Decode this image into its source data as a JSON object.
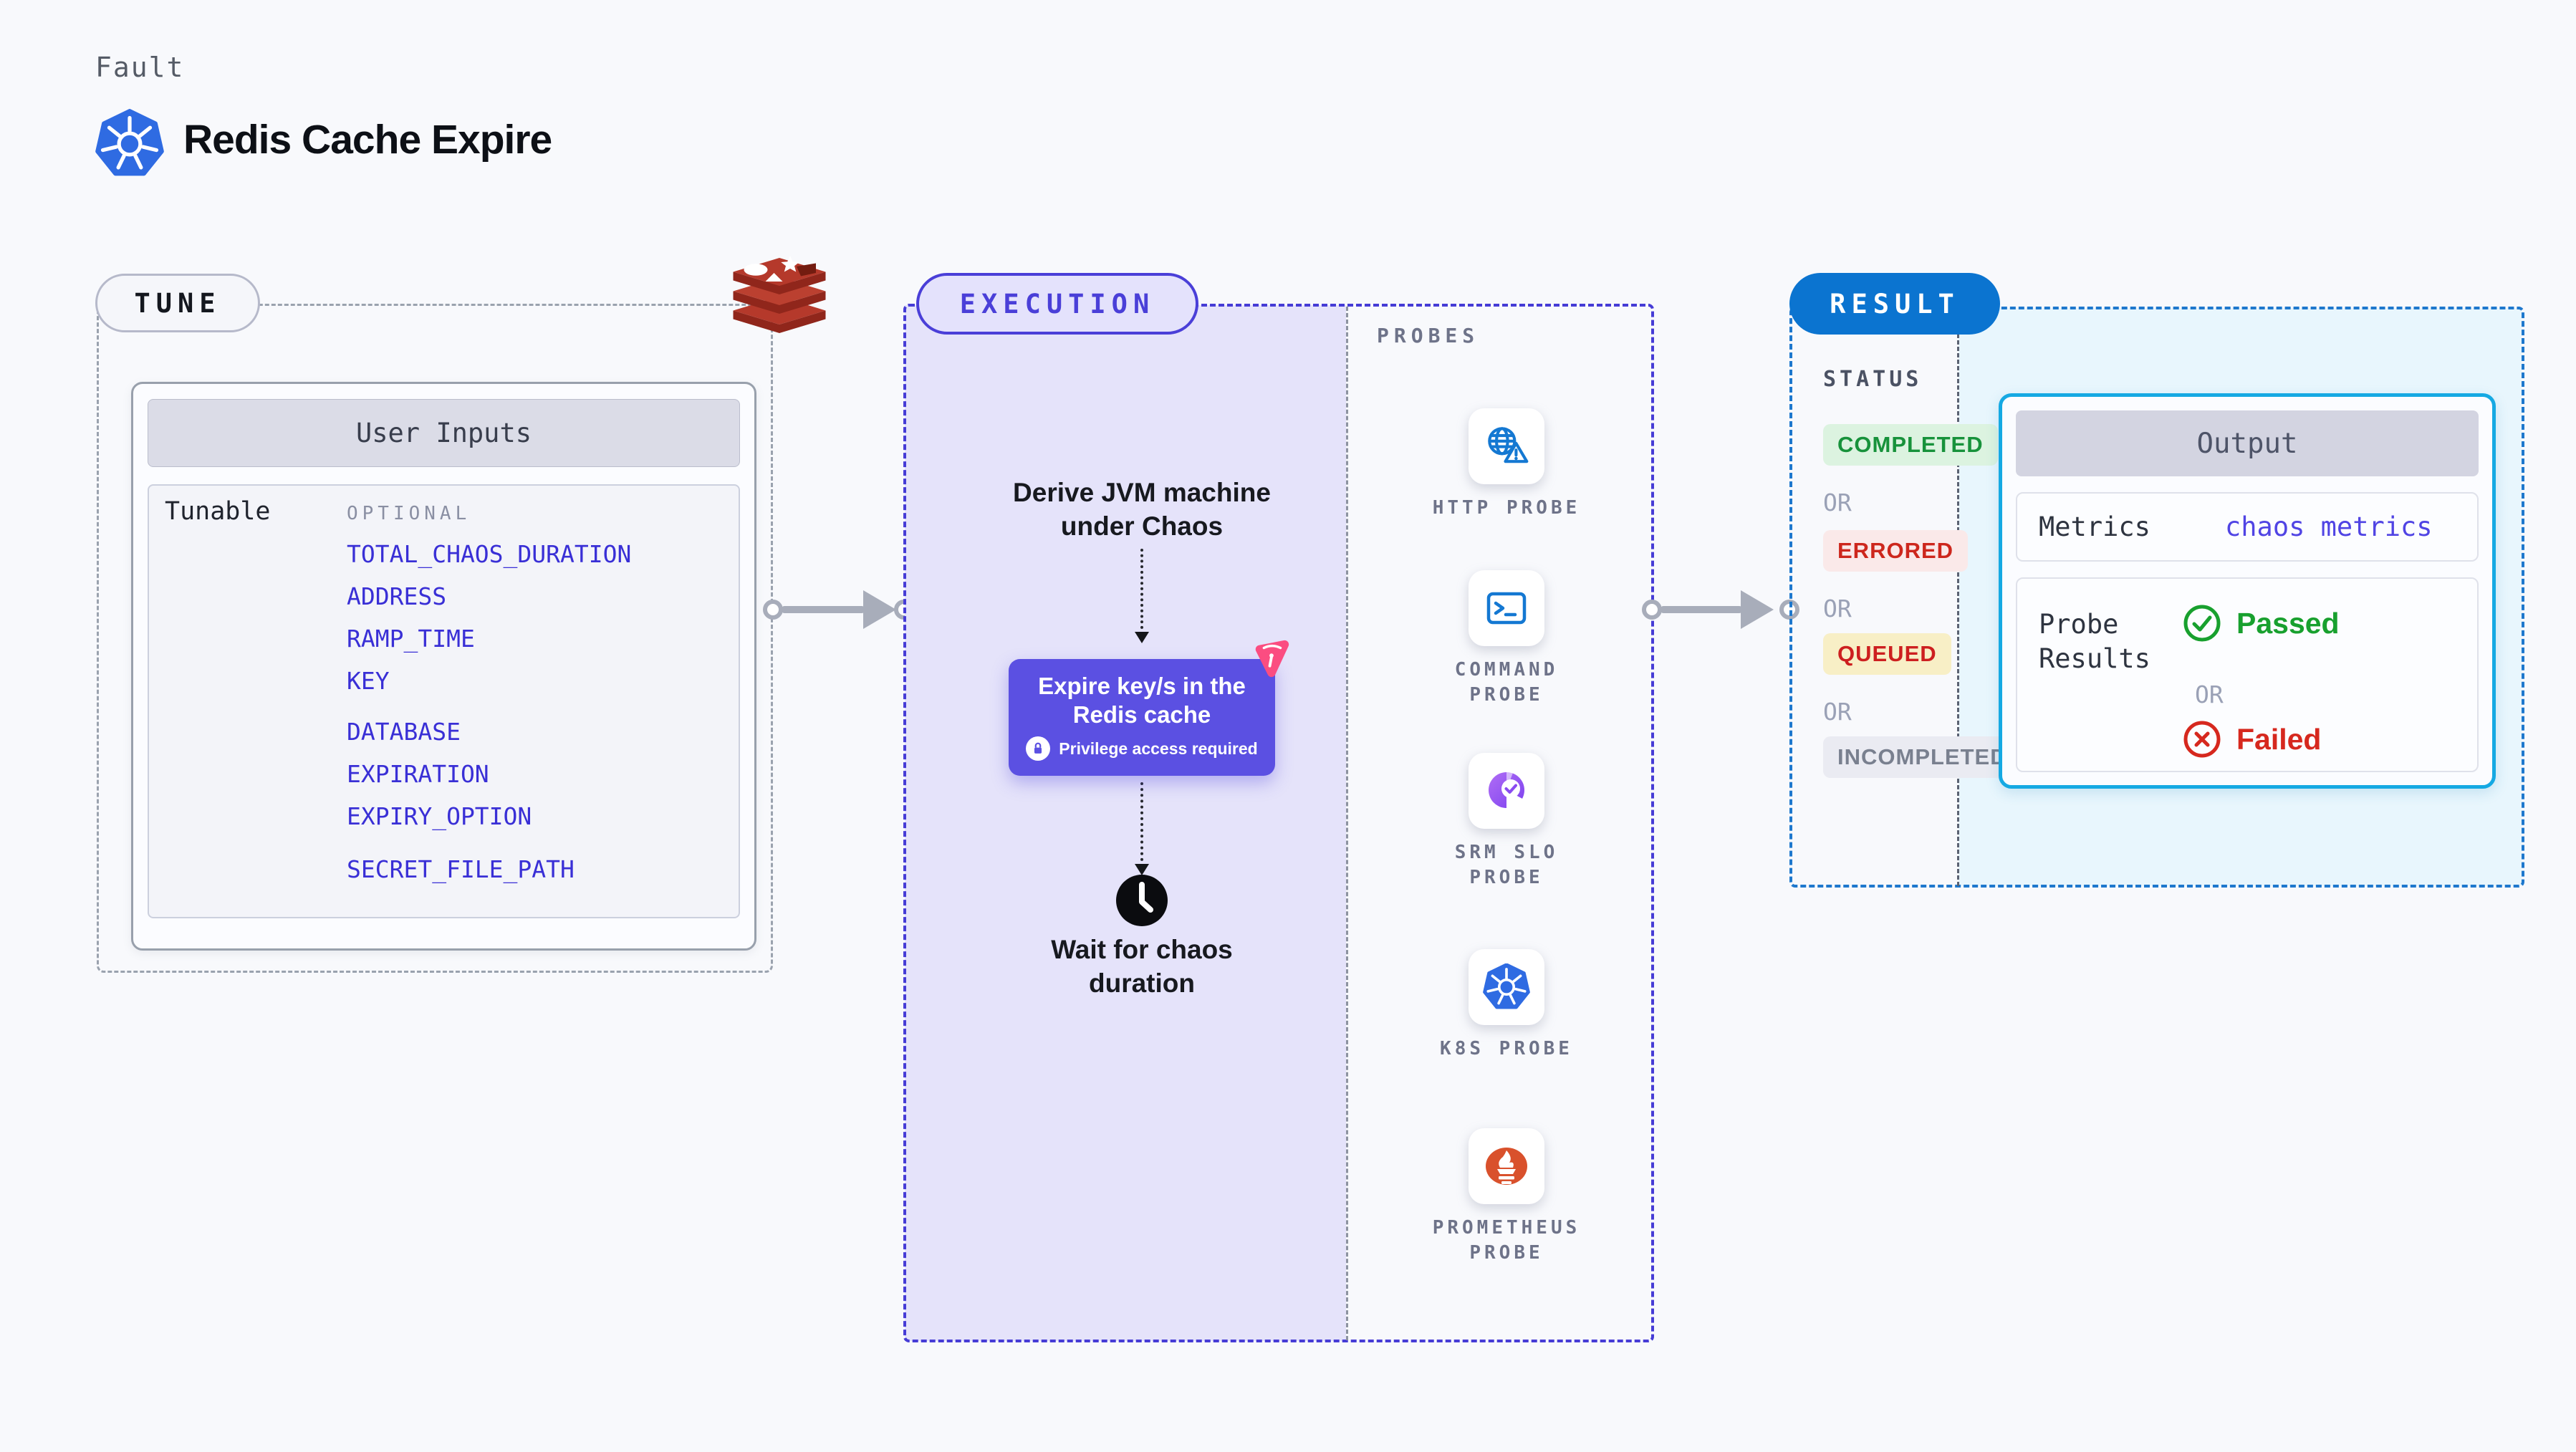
{
  "header": {
    "kicker": "Fault",
    "title": "Redis Cache Expire",
    "icon": "kubernetes-icon"
  },
  "tune": {
    "badge": "TUNE",
    "icon": "redis-icon",
    "card": {
      "title": "User Inputs",
      "row_label": "Tunable",
      "group_label": "OPTIONAL",
      "param_groups": [
        [
          "TOTAL_CHAOS_DURATION",
          "ADDRESS",
          "RAMP_TIME",
          "KEY"
        ],
        [
          "DATABASE",
          "EXPIRATION",
          "EXPIRY_OPTION"
        ],
        [
          "SECRET_FILE_PATH"
        ]
      ]
    }
  },
  "execution": {
    "badge": "EXECUTION",
    "derive": {
      "line1": "Derive JVM machine",
      "line2": "under Chaos"
    },
    "action": {
      "line1": "Expire key/s in the",
      "line2": "Redis cache",
      "privilege": "Privilege access required",
      "brand_icon": "litmus-chaos-icon",
      "lock_icon": "lock-icon"
    },
    "wait": {
      "line1": "Wait for chaos",
      "line2": "duration",
      "icon": "clock-icon"
    }
  },
  "probes": {
    "label": "PROBES",
    "items": [
      {
        "label": "HTTP PROBE",
        "icon": "globe-alert-icon"
      },
      {
        "label": "COMMAND PROBE",
        "icon": "terminal-icon"
      },
      {
        "label": "SRM SLO PROBE",
        "icon": "slo-pie-check-icon"
      },
      {
        "label": "K8S PROBE",
        "icon": "kubernetes-icon"
      },
      {
        "label": "PROMETHEUS PROBE",
        "icon": "prometheus-icon"
      }
    ]
  },
  "result": {
    "badge": "RESULT",
    "status": {
      "label": "STATUS",
      "or": "OR",
      "badges": [
        {
          "text": "COMPLETED",
          "fg": "#17923b",
          "bg": "#dcf3e0"
        },
        {
          "text": "ERRORED",
          "fg": "#cd271d",
          "bg": "#fae9e9"
        },
        {
          "text": "QUEUED",
          "fg": "#cd1f1f",
          "bg": "#f8efc6"
        },
        {
          "text": "INCOMPLETED",
          "fg": "#79808f",
          "bg": "#eaebf2"
        }
      ]
    },
    "output": {
      "title": "Output",
      "metrics_label": "Metrics",
      "metrics_value": "chaos metrics",
      "probe_results_line1": "Probe",
      "probe_results_line2": "Results",
      "passed": "Passed",
      "or": "OR",
      "failed": "Failed"
    }
  },
  "palette": {
    "execution_indigo": "#4a3fd8",
    "action_purple": "#5b50e2",
    "result_blue": "#0b74d0",
    "output_cyan": "#15a9e3",
    "passed_green": "#18a02e",
    "failed_red": "#d6281e",
    "redis_red": "#b5392b",
    "kubernetes_blue": "#2f6be2",
    "prometheus_orange": "#d9512c",
    "litmus_pink": "#fb4d81",
    "probe_icon_blue": "#1478d2"
  }
}
